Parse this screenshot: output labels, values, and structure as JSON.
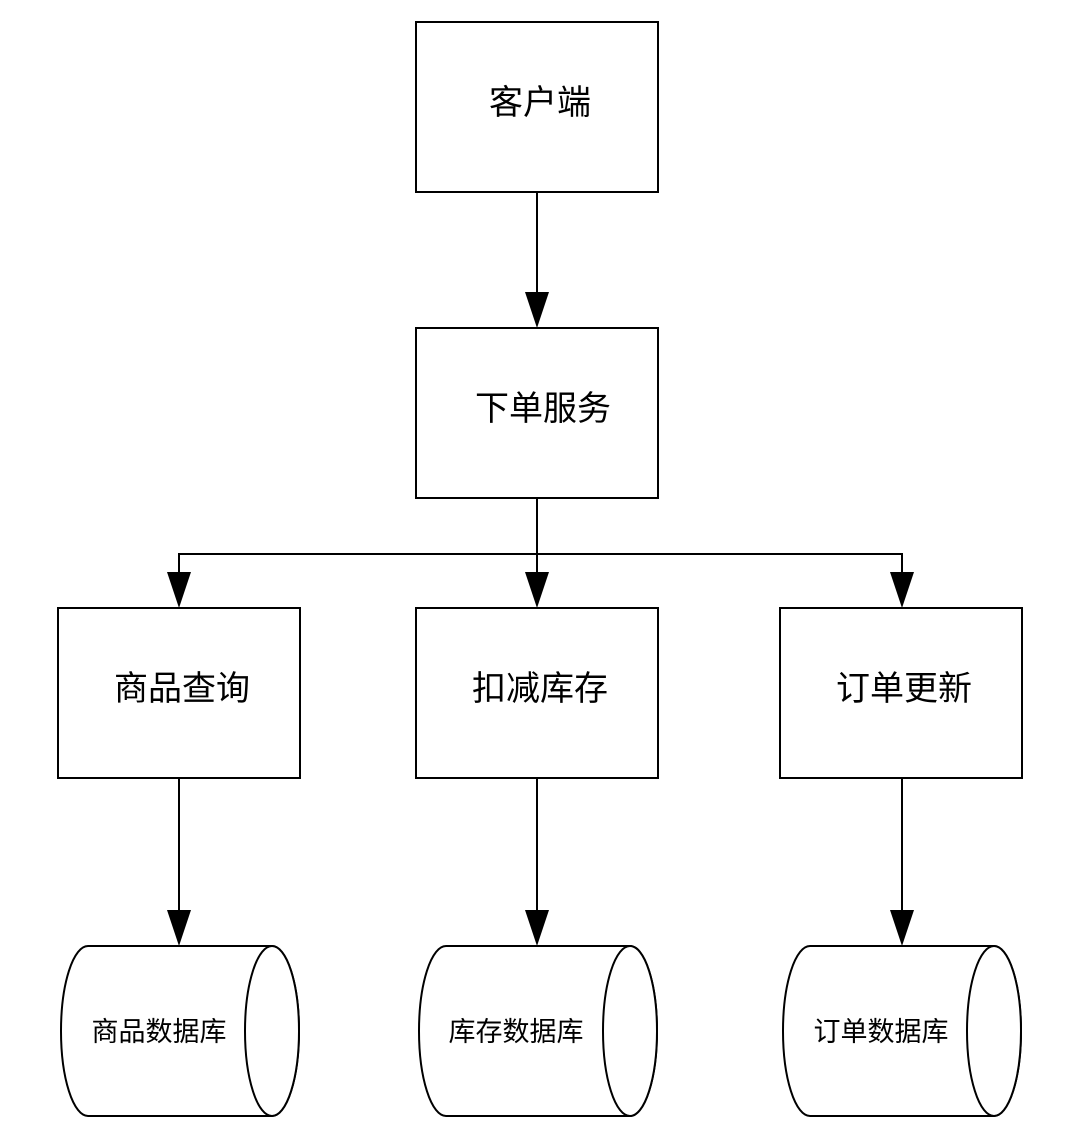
{
  "nodes": {
    "client": {
      "label": "客户端"
    },
    "order_service": {
      "label": "下单服务"
    },
    "product_query": {
      "label": "商品查询"
    },
    "deduct_stock": {
      "label": "扣减库存"
    },
    "order_update": {
      "label": "订单更新"
    },
    "product_db": {
      "label": "商品数据库"
    },
    "stock_db": {
      "label": "库存数据库"
    },
    "order_db": {
      "label": "订单数据库"
    }
  },
  "edges": [
    {
      "from": "client",
      "to": "order_service"
    },
    {
      "from": "order_service",
      "to": "product_query"
    },
    {
      "from": "order_service",
      "to": "deduct_stock"
    },
    {
      "from": "order_service",
      "to": "order_update"
    },
    {
      "from": "product_query",
      "to": "product_db"
    },
    {
      "from": "deduct_stock",
      "to": "stock_db"
    },
    {
      "from": "order_update",
      "to": "order_db"
    }
  ]
}
